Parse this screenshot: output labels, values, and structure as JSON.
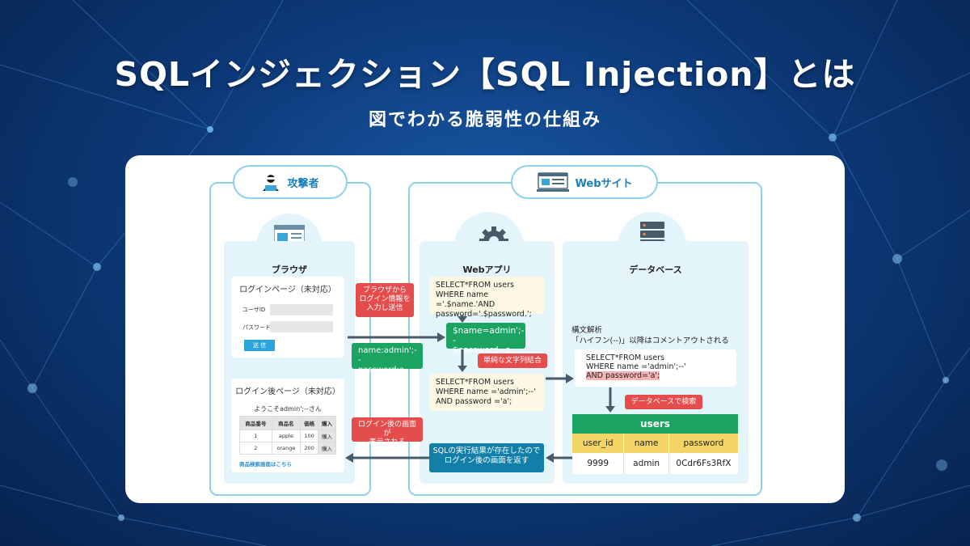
{
  "title": "SQLインジェクション【SQL Injection】とは",
  "subtitle": "図でわかる脆弱性の仕組み",
  "attacker": {
    "heading": "攻撃者",
    "browser_label": "ブラウザ",
    "login_page": {
      "title": "ログインページ（未対応）",
      "user_label": "ユーザID",
      "password_label": "パスワード",
      "send_button": "送 信"
    },
    "after_page": {
      "title": "ログイン後ページ（未対応）",
      "welcome": "ようこそadmin';--さん",
      "table_headers": [
        "商品番号",
        "商品名",
        "価格",
        "購入"
      ],
      "table_rows": [
        [
          "1",
          "apple",
          "100",
          "購入"
        ],
        [
          "2",
          "orange",
          "200",
          "購入"
        ]
      ],
      "search_link": "商品検索画面はこちら"
    }
  },
  "website": {
    "heading": "Webサイト",
    "webapp_label": "Webアプリ",
    "database_label": "データベース",
    "sql_template": [
      "SELECT*FROM users",
      "WHERE name ='.$name.'AND",
      "password='.$password.';"
    ],
    "injected_vars": [
      "$name=admin';--",
      "$password=a"
    ],
    "concat_note": "単純な文字列結合",
    "sql_result": [
      "SELECT*FROM users",
      "WHERE name ='admin';--'",
      "AND password ='a';"
    ],
    "parse_note": [
      "構文解析",
      "「ハイフン(--)」以降はコメントアウトされる"
    ],
    "parsed_sql": [
      "SELECT*FROM users",
      "WHERE name ='admin';--'",
      "AND password='a';"
    ],
    "db_search_note": "データベースで検索",
    "return_note": [
      "SQLの実行結果が存在したので",
      "ログイン後の画面を返す"
    ],
    "table": {
      "name": "users",
      "headers": [
        "user_id",
        "name",
        "password"
      ],
      "row": [
        "9999",
        "admin",
        "0Cdr6Fs3RfX"
      ]
    }
  },
  "flow": {
    "send_note": [
      "ブラウザから",
      "ログイン情報を",
      "入力し送信"
    ],
    "input_values": [
      "name:admin';--",
      "password:a"
    ],
    "display_note": [
      "ログイン後の画面が",
      "表示される"
    ]
  },
  "colors": {
    "accent": "#1a7fb8",
    "green": "#1aa361",
    "red": "#e54d4d",
    "yellow": "#f3d565",
    "teal": "#127fa8"
  }
}
